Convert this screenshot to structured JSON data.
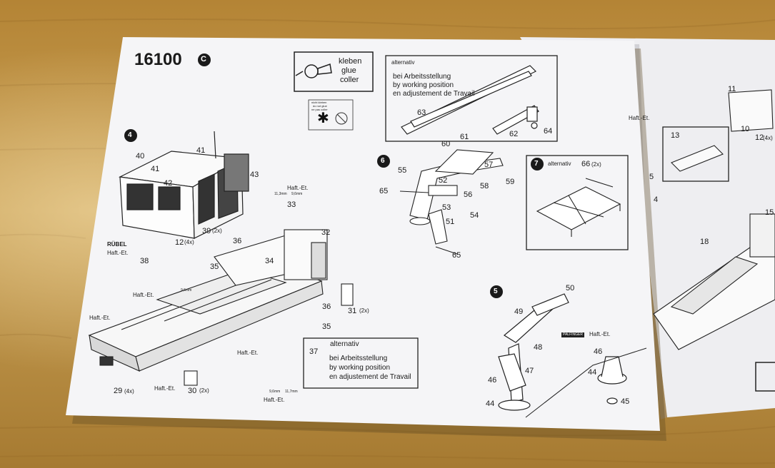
{
  "sheet": {
    "model_number": "16100",
    "model_suffix": "C",
    "glue_legend": {
      "line1": "kleben",
      "line2": "glue",
      "line3": "coller"
    },
    "no_glue_note": {
      "line1": "nicht kleben",
      "line2": "do not glue",
      "line3": "ne pas coller"
    },
    "alternativ_box_top": {
      "title": "alternativ",
      "line1": "bei Arbeitsstellung",
      "line2": "by working position",
      "line3": "en adjustement de Travail"
    },
    "alternativ_box_bottom": {
      "title": "alternativ",
      "line1": "bei Arbeitsstellung",
      "line2": "by working position",
      "line3": "en adjustement de Travail"
    },
    "step7_box": {
      "title": "alternativ",
      "part": "66",
      "qty": "(2x)"
    },
    "steps": [
      "4",
      "5",
      "6",
      "7"
    ],
    "brand_rubel": "RÜBEL",
    "brand_palfinger": "PALFINGER",
    "haft_et": "Haft.-Et.",
    "qty_labels": {
      "q39": "(2x)",
      "q12": "(4x)",
      "q31": "(2x)",
      "q29": "(4x)",
      "q30": "(2x)",
      "q12b": "(4x)"
    },
    "part_numbers": {
      "p40": "40",
      "p41": "41",
      "p41b": "41",
      "p42": "42",
      "p43": "43",
      "p39": "39",
      "p12": "12",
      "p38": "38",
      "p33": "33",
      "p32": "32",
      "p36": "36",
      "p35": "35",
      "p34": "34",
      "p36b": "36",
      "p35b": "35",
      "p37": "37",
      "p31": "31",
      "p29": "29",
      "p30": "30",
      "p63": "63",
      "p62": "62",
      "p64": "64",
      "p61": "61",
      "p60": "60",
      "p55": "55",
      "p52": "52",
      "p57": "57",
      "p58": "58",
      "p59": "59",
      "p56": "56",
      "p65": "65",
      "p53": "53",
      "p54": "54",
      "p51": "51",
      "p65b": "65",
      "p50": "50",
      "p49": "49",
      "p48": "48",
      "p46": "46",
      "p47": "47",
      "p44": "44",
      "p46b": "46",
      "p44b": "44",
      "p45": "45",
      "p11": "11",
      "p10": "10",
      "p12c": "12",
      "p13": "13",
      "p5": "5",
      "p4": "4",
      "p15": "15",
      "p18": "18"
    },
    "dims": {
      "d1": "11,3mm",
      "d2": "9,6mm",
      "d3": "9,6mm",
      "d4": "11,7mm",
      "d5": "9,6mm"
    }
  },
  "colors": {
    "paper": "#f4f4f6",
    "ink": "#1a1a1a",
    "wood": "#c49a4e"
  }
}
